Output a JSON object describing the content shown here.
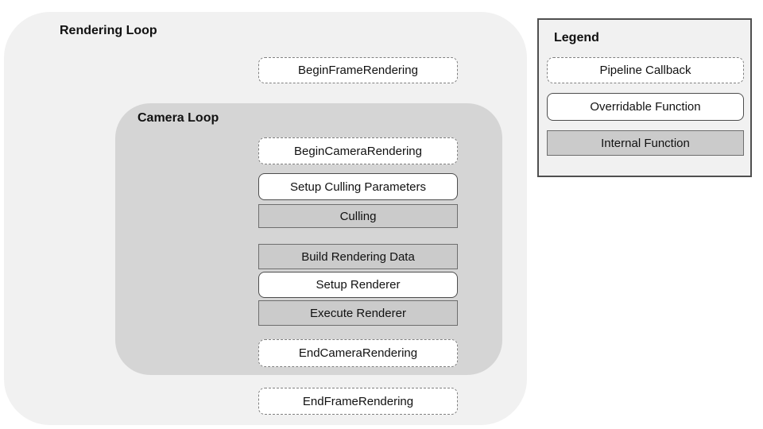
{
  "diagram": {
    "groups": [
      {
        "id": "rendering-loop",
        "title": "Rendering Loop"
      },
      {
        "id": "camera-loop",
        "title": "Camera Loop"
      }
    ],
    "nodes": [
      {
        "id": "begin-frame-rendering",
        "label": "BeginFrameRendering",
        "type": "pipeline-callback",
        "group": "rendering-loop"
      },
      {
        "id": "begin-camera-rendering",
        "label": "BeginCameraRendering",
        "type": "pipeline-callback",
        "group": "camera-loop"
      },
      {
        "id": "setup-culling-parameters",
        "label": "Setup Culling Parameters",
        "type": "overridable-function",
        "group": "camera-loop"
      },
      {
        "id": "culling",
        "label": "Culling",
        "type": "internal-function",
        "group": "camera-loop"
      },
      {
        "id": "build-rendering-data",
        "label": "Build Rendering Data",
        "type": "internal-function",
        "group": "camera-loop"
      },
      {
        "id": "setup-renderer",
        "label": "Setup Renderer",
        "type": "overridable-function",
        "group": "camera-loop"
      },
      {
        "id": "execute-renderer",
        "label": "Execute Renderer",
        "type": "internal-function",
        "group": "camera-loop"
      },
      {
        "id": "end-camera-rendering",
        "label": "EndCameraRendering",
        "type": "pipeline-callback",
        "group": "camera-loop"
      },
      {
        "id": "end-frame-rendering",
        "label": "EndFrameRendering",
        "type": "pipeline-callback",
        "group": "rendering-loop"
      }
    ],
    "legend": {
      "title": "Legend",
      "items": [
        {
          "label": "Pipeline Callback",
          "type": "pipeline-callback"
        },
        {
          "label": "Overridable Function",
          "type": "overridable-function"
        },
        {
          "label": "Internal Function",
          "type": "internal-function"
        }
      ]
    },
    "colors": {
      "outer_group_fill": "#f1f1f1",
      "inner_group_fill": "#d5d5d5",
      "internal_box_fill": "#cbcbcb",
      "callback_box_fill": "#ffffff",
      "box_border": "#6e6e6e",
      "dashed_border": "#808080",
      "text": "#111111"
    }
  }
}
